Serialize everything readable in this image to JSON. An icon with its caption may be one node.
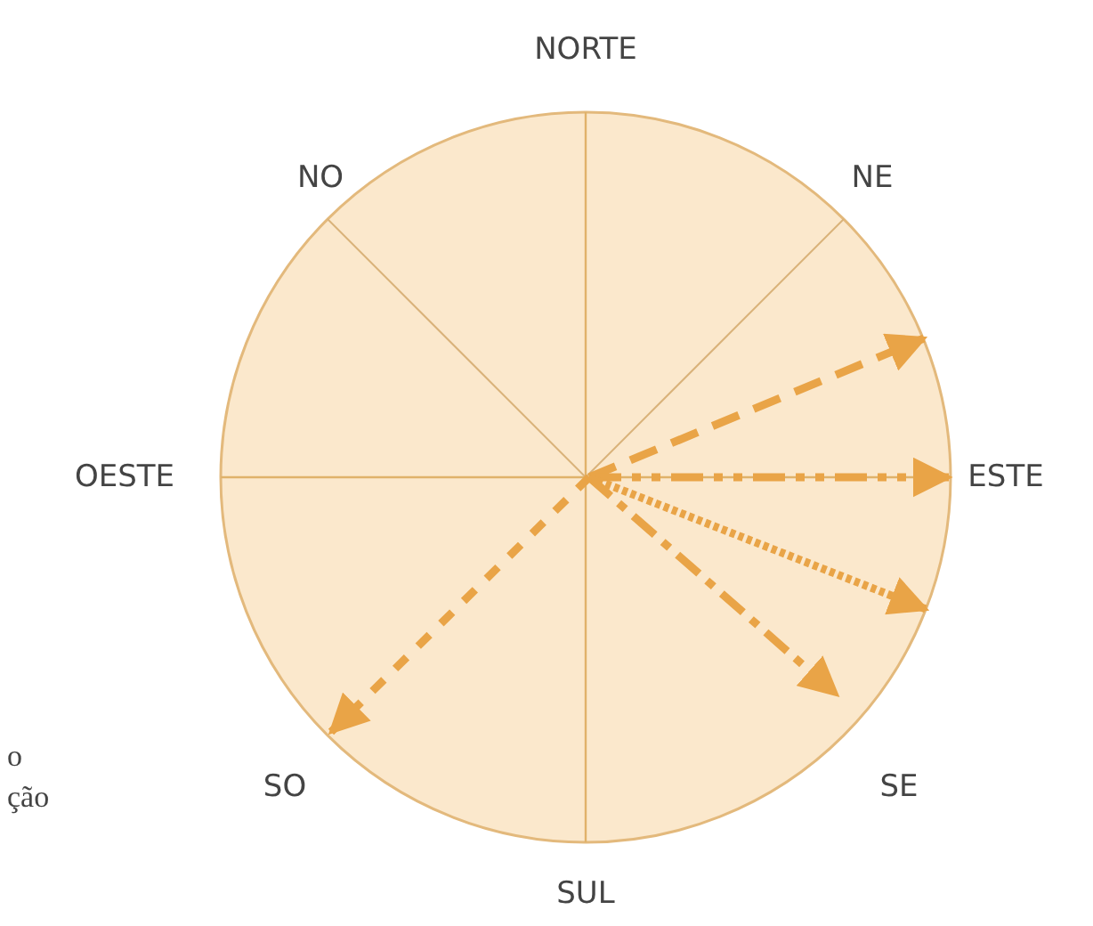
{
  "diagram": {
    "labels": [
      "NORTE",
      "NO",
      "NE",
      "OESTE",
      "ESTE",
      "SO",
      "SE",
      "SUL",
      "o",
      "ção"
    ]
  }
}
